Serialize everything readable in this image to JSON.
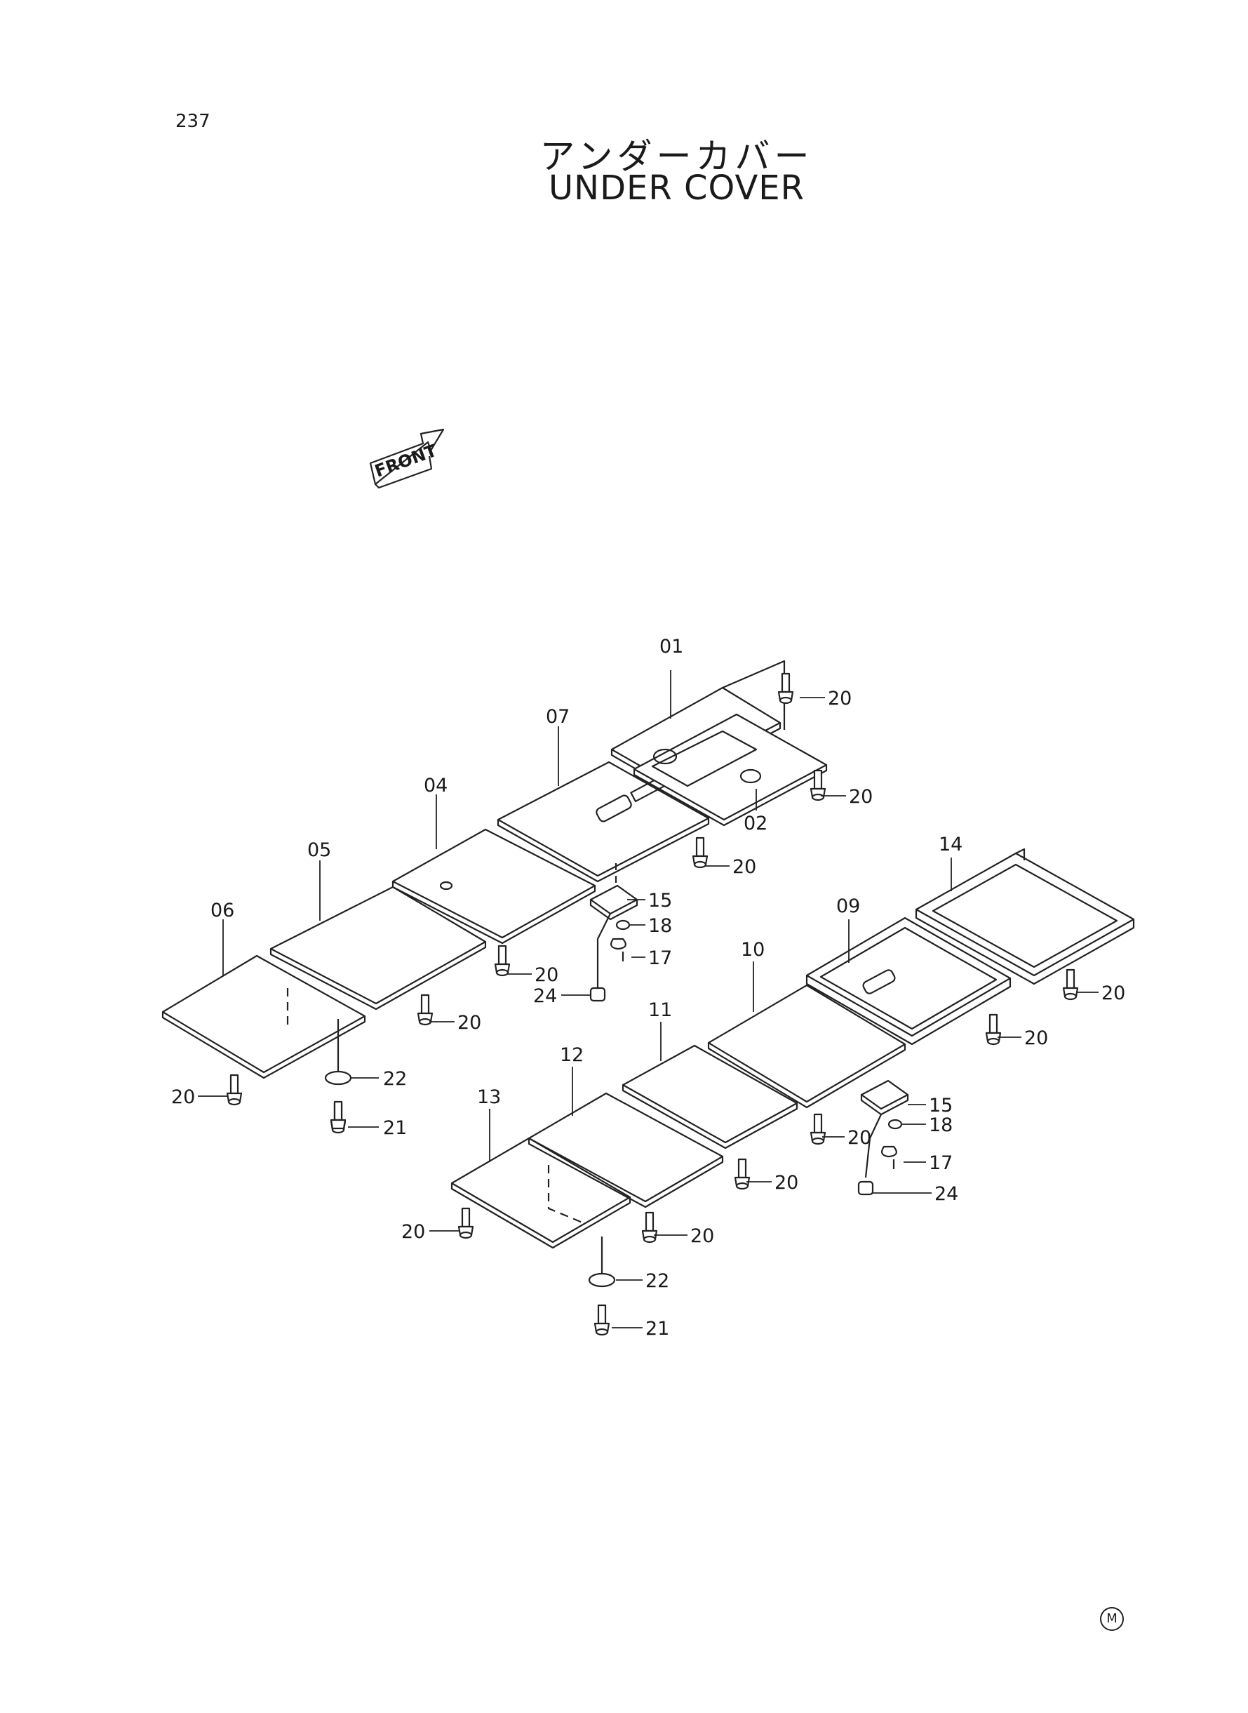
{
  "page_number": "237",
  "title_jp": "アンダーカバー",
  "title_en": "UNDER COVER",
  "front_label": "FRONT",
  "footer_mark": "M",
  "callouts": {
    "p01": "01",
    "p02": "02",
    "p04": "04",
    "p05": "05",
    "p06": "06",
    "p07": "07",
    "p09": "09",
    "p10": "10",
    "p11": "11",
    "p12": "12",
    "p13": "13",
    "p14": "14",
    "p15": "15",
    "p17": "17",
    "p18": "18",
    "p20": "20",
    "p21": "21",
    "p22": "22",
    "p24": "24"
  }
}
